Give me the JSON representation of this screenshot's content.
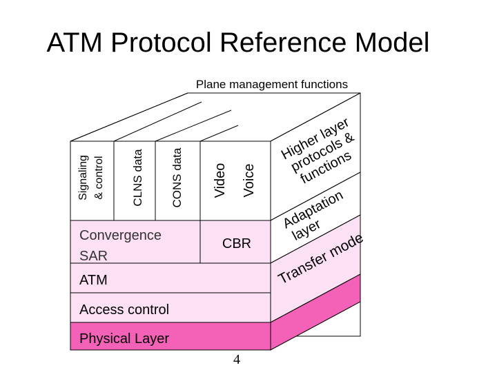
{
  "title": "ATM Protocol Reference Model",
  "plane_management": "Plane management functions",
  "control_plane": {
    "signaling_line1": "Signaling",
    "signaling_line2": "& control",
    "clns": "CLNS data",
    "cons": "CONS data"
  },
  "user_plane": {
    "video": "Video",
    "voice": "Voice",
    "convergence": "Convergence",
    "sar": "SAR",
    "cbr": "CBR"
  },
  "layers": {
    "atm": "ATM",
    "access_control": "Access control",
    "physical": "Physical Layer"
  },
  "side_face": {
    "higher_line1": "Higher layer",
    "higher_line2": "protocols &",
    "higher_line3": "functions",
    "adaptation_line1": "Adaptation",
    "adaptation_line2": "layer",
    "transfer_line1": "Transfer mode"
  },
  "page_number": "4",
  "colors": {
    "light_pink": "#fce0f4",
    "hot_pink": "#f462b8",
    "stroke": "#000000"
  }
}
